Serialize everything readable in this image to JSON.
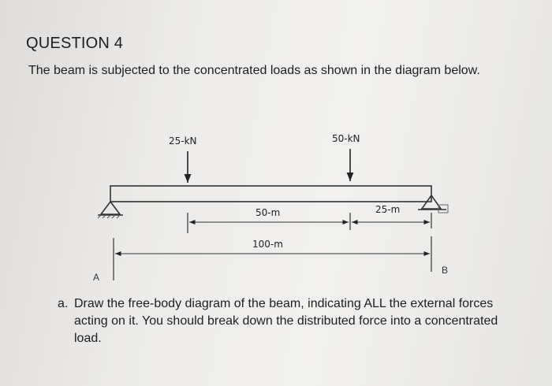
{
  "question": {
    "title": "QUESTION 4",
    "intro": "The beam is subjected to the concentrated loads as shown in the diagram below."
  },
  "diagram": {
    "load_left": "25-kN",
    "load_right": "50-kN",
    "dim_inner": "50-m",
    "dim_right": "25-m",
    "dim_total": "100-m",
    "point_a": "A",
    "point_b": "B"
  },
  "task": {
    "marker": "a.",
    "text": "Draw the free-body diagram of the beam, indicating ALL the external forces acting on it. You should break down the distributed force into a concentrated load."
  }
}
